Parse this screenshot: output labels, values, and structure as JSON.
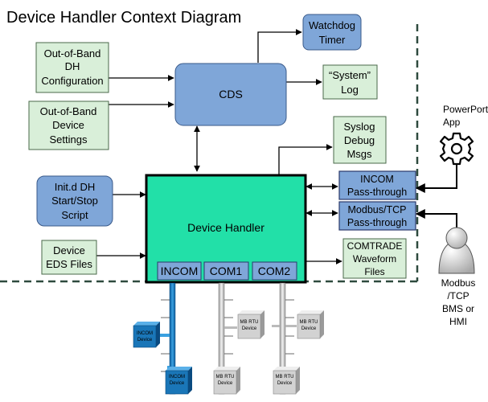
{
  "title": "Device Handler Context Diagram",
  "boxes": {
    "oob_dh_config": [
      "Out-of-Band",
      "DH",
      "Configuration"
    ],
    "oob_device_settings": [
      "Out-of-Band",
      "Device",
      "Settings"
    ],
    "initd": [
      "Init.d DH",
      "Start/Stop",
      "Script"
    ],
    "device_eds": [
      "Device",
      "EDS Files"
    ],
    "cds": [
      "CDS"
    ],
    "watchdog": [
      "Watchdog",
      "Timer"
    ],
    "system_log": [
      "“System”",
      "Log"
    ],
    "syslog": [
      "Syslog",
      "Debug",
      "Msgs"
    ],
    "incom_pass": [
      "INCOM",
      "Pass-through"
    ],
    "modbus_pass": [
      "Modbus/TCP",
      "Pass-through"
    ],
    "comtrade": [
      "COMTRADE",
      "Waveform",
      "Files"
    ],
    "device_handler": [
      "Device Handler"
    ],
    "port_incom": [
      "INCOM"
    ],
    "port_com1": [
      "COM1"
    ],
    "port_com2": [
      "COM2"
    ]
  },
  "external": {
    "powerport": [
      "PowerPort",
      "App"
    ],
    "bms": [
      "Modbus",
      "/TCP",
      "BMS or",
      "HMI"
    ]
  },
  "devices": {
    "incom_device": [
      "INCOM",
      "Device"
    ],
    "mb_rtu_device": [
      "MB RTU",
      "Device"
    ]
  },
  "colors": {
    "green_box": "#d9efd9",
    "blue_box": "#7fa6d8",
    "dh_fill": "#22e0a8",
    "port_fill": "#7fa6d8",
    "incom_device": "#1a76b8",
    "mb_device": "#d2d2d2",
    "dashed_line": "#2e4a3e"
  },
  "icons": [
    "gear-icon",
    "person-icon"
  ]
}
